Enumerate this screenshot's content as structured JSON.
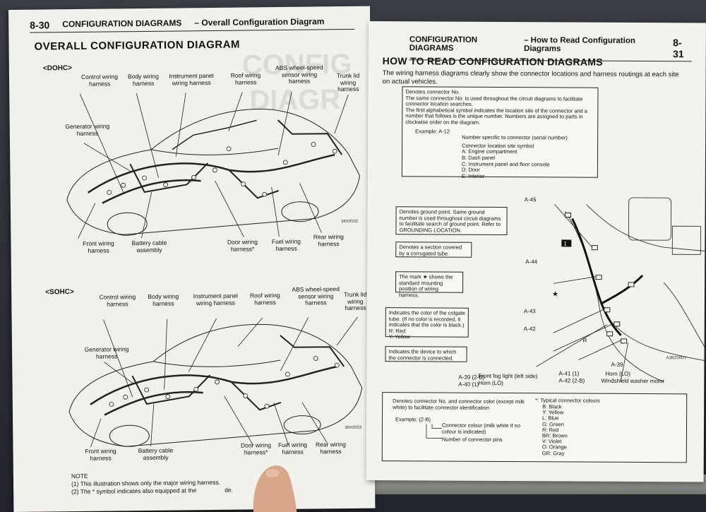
{
  "left_page": {
    "page_number": "8-30",
    "section": "CONFIGURATION DIAGRAMS",
    "subsection": "– Overall Configuration Diagram",
    "title": "OVERALL CONFIGURATION DIAGRAM",
    "dohc": {
      "label": "<DOHC>",
      "labels": {
        "control": "Control wiring harness",
        "body": "Body wiring harness",
        "instrument": "Instrument panel wiring harness",
        "roof": "Roof wiring harness",
        "abs": "ABS wheel-speed sensor wiring harness",
        "trunk": "Trunk lid wiring harness",
        "generator": "Generator wiring harness",
        "front": "Front wiring harness",
        "battery": "Battery cable assembly",
        "door": "Door wiring harness*",
        "fuel": "Fuel wiring harness",
        "rear": "Rear wiring harness"
      },
      "code": "36X0502"
    },
    "sohc": {
      "label": "<SOHC>",
      "labels": {
        "control": "Control wiring harness",
        "body": "Body wiring harness",
        "instrument": "Instrument panel wiring harness",
        "roof": "Roof wiring harness",
        "abs": "ABS wheel-speed sensor wiring harness",
        "trunk": "Trunk lid wiring harness",
        "generator": "Generator wiring harness",
        "front": "Front wiring harness",
        "battery": "Battery cable assembly",
        "door": "Door wiring harness*",
        "fuel": "Fuel wiring harness",
        "rear": "Rear wiring harness"
      },
      "code": "36X0503"
    },
    "note": {
      "heading": "NOTE",
      "line1": "(1)  This illustration shows only the major wiring harness.",
      "line2": "(2)  The * symbol indicates also equipped at the",
      "line2_end": "de."
    }
  },
  "right_page": {
    "section": "CONFIGURATION DIAGRAMS",
    "subsection": "– How to Read Configuration Diagrams",
    "page_number": "8-31",
    "title": "HOW TO READ CONFIGURATION DIAGRAMS",
    "intro": "The wiring harness diagrams clearly show the connector locations and harness routings at each site on actual vehicles.",
    "connector_box": {
      "line1": "Denotes connector No.",
      "line2": "The same connector No. is used throughout the circuit diagrams to facilitate connector location searches.",
      "line3": "The first alphabetical symbol indicates the location site of the connector and a number that follows is the unique number. Numbers are assigned to parts in clockwise order on the diagram.",
      "example": "Example: A-12",
      "serial": "Number specific to connector (serial number)",
      "site_heading": "Connector location site symbol",
      "sites": [
        "A:  Engine compartment",
        "B:  Dash panel",
        "C:  Instrument panel and floor console",
        "D:  Door",
        "E:  Interior"
      ]
    },
    "ground_box": "Denotes ground point. Same ground number is used throughout circuit diagrams to facilitate search of ground point. Refer to GROUNDING LOCATION.",
    "corrugated_box": "Denotes a section covered by a corrugated tube.",
    "mark_box": "The mark ★ shows the standard mounting position of wiring harness.",
    "colgate_box": {
      "text": "Indicates the color of the colgate tube. (If no color is recorded, it indicates that the color is black.)",
      "r": "R:  Red",
      "y": "Y:  Yellow"
    },
    "device_box": "Indicates the device to which the connector is connected.",
    "connectors": {
      "a45": "A-45",
      "a44": "A-44",
      "a43": "A-43",
      "a42": "A-42",
      "a39": "A-39",
      "r": "R",
      "star": "★",
      "ground_no": "1",
      "code": "A3BZ000Y"
    },
    "bottom_labels": {
      "a39_2b": "A-39 (2-B)",
      "a40_1": "A-40 (1)",
      "fog": "Front fog light (left side)",
      "horn_lo": "Horn (LO)",
      "a41_1": "A-41 (1)",
      "a42_2b": "A-42 (2-B)",
      "horn_lo2": "Horn (LO)",
      "washer": "Windshield washer motor"
    },
    "colors_box": {
      "line1": "Denotes connector No. and connector color (except milk white) to facilitate connector identification",
      "example": "Example: (2-B)",
      "colour_note": "Connector colour (milk white if no colour is indicated)",
      "pins": "Number of connector pins",
      "typical": "*: Typical connector colours",
      "colours": [
        "B:  Black",
        "Y:  Yellow",
        "L:  Blue",
        "G:  Green",
        "R:  Red",
        "BR: Brown",
        "V:  Violet",
        "O:  Orange",
        "GR: Gray"
      ]
    }
  }
}
